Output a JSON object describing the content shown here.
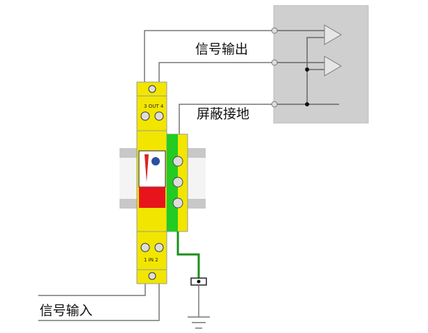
{
  "labels": {
    "signal_output": "信号输出",
    "shield_ground": "屏蔽接地",
    "signal_input": "信号输入"
  },
  "device": {
    "out_terminal_label": "3 OUT 4",
    "in_terminal_label": "1 IN 2"
  },
  "colors": {
    "device_body": "#f2e600",
    "ground_terminal": "#22cc22",
    "indicator": "#e8141c",
    "receiver_box": "#cfcfcf",
    "wire": "#777777",
    "ground_wire": "#1a8f1a"
  }
}
